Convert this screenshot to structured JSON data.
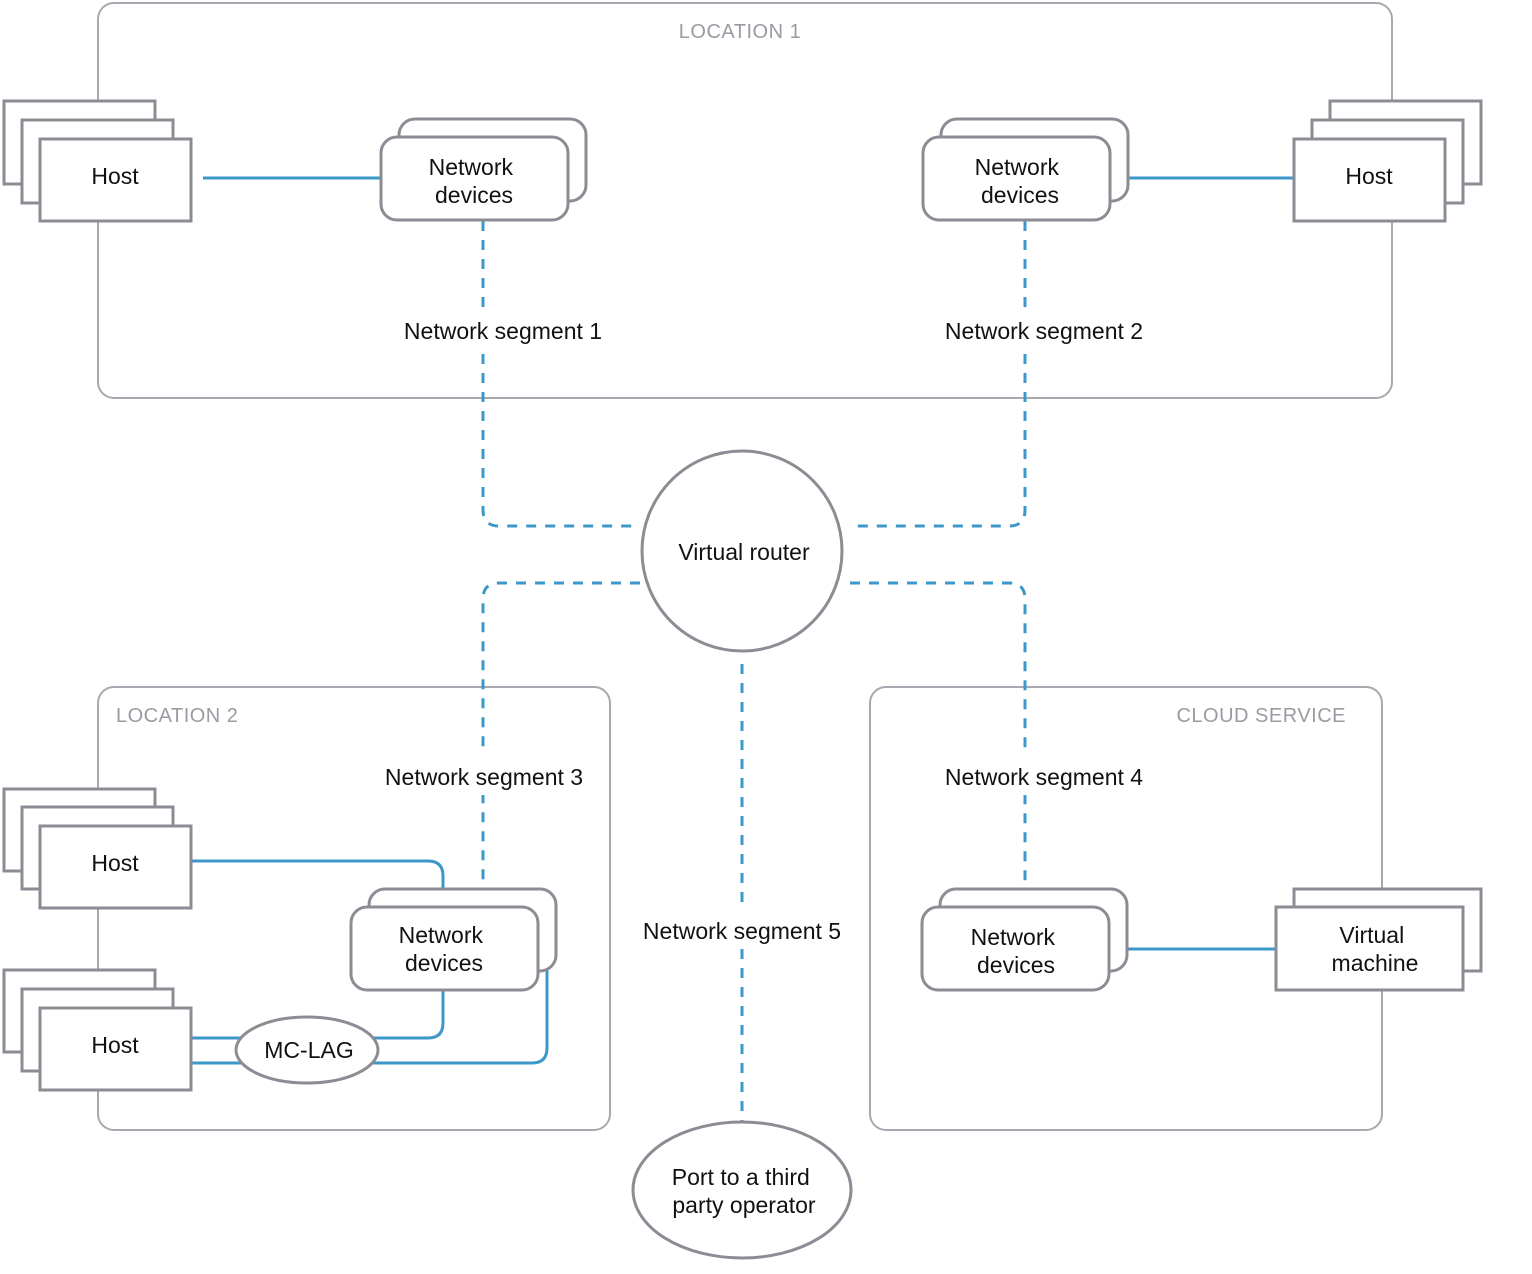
{
  "zones": {
    "location1": "LOCATION 1",
    "location2": "LOCATION 2",
    "cloud": "CLOUD SERVICE"
  },
  "nodes": {
    "host_l1_left": "Host",
    "host_l1_right": "Host",
    "host_l2_top": "Host",
    "host_l2_bottom": "Host",
    "netdev_l1_left": [
      "Network",
      "devices"
    ],
    "netdev_l1_right": [
      "Network",
      "devices"
    ],
    "netdev_l2": [
      "Network",
      "devices"
    ],
    "netdev_cloud": [
      "Network",
      "devices"
    ],
    "virtual_machine": [
      "Virtual",
      "machine"
    ],
    "virtual_router": "Virtual router",
    "mc_lag": "MC-LAG",
    "third_party_port": [
      "Port to a third",
      "party operator"
    ]
  },
  "segments": {
    "seg1": "Network segment 1",
    "seg2": "Network segment 2",
    "seg3": "Network segment 3",
    "seg4": "Network segment 4",
    "seg5": "Network segment 5"
  },
  "colors": {
    "link": "#3b98c9",
    "frame": "#a9a8b0",
    "node_border": "#8d8b94",
    "zone_label": "#9b9aa2"
  }
}
